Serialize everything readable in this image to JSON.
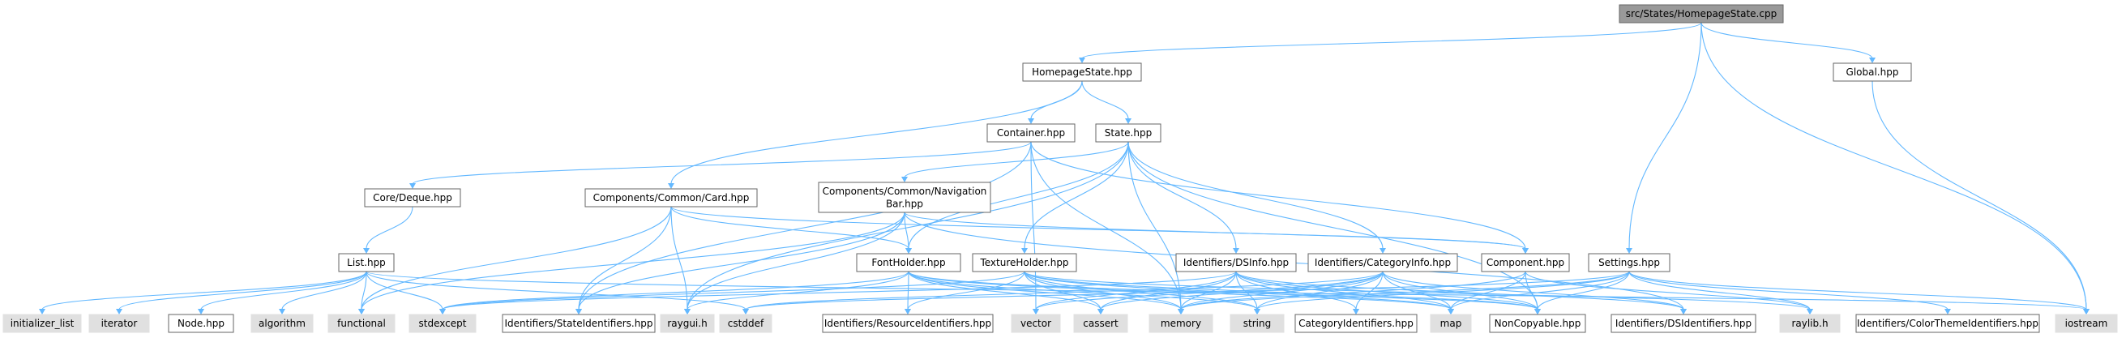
{
  "colors": {
    "edge": "#63b8ff",
    "root_fill": "#999999",
    "file_fill": "#ffffff",
    "external_fill": "#e0e0e0",
    "box_stroke": "#666666",
    "root_stroke": "#666666"
  },
  "nodes": {
    "root": {
      "label": "src/States/HomepageState.cpp",
      "kind": "root"
    },
    "homepage_hpp": {
      "label": "HomepageState.hpp",
      "kind": "file"
    },
    "global_hpp": {
      "label": "Global.hpp",
      "kind": "file"
    },
    "container_hpp": {
      "label": "Container.hpp",
      "kind": "file"
    },
    "state_hpp": {
      "label": "State.hpp",
      "kind": "file"
    },
    "core_deque": {
      "label": "Core/Deque.hpp",
      "kind": "file"
    },
    "card_hpp": {
      "label": "Components/Common/Card.hpp",
      "kind": "file"
    },
    "navbar_hpp": {
      "label": "Components/Common/Navigation Bar.hpp",
      "line1": "Components/Common/Navigation",
      "line2": "Bar.hpp",
      "kind": "file"
    },
    "list_hpp": {
      "label": "List.hpp",
      "kind": "file"
    },
    "fontholder": {
      "label": "FontHolder.hpp",
      "kind": "file"
    },
    "textureholder": {
      "label": "TextureHolder.hpp",
      "kind": "file"
    },
    "dsinfo": {
      "label": "Identifiers/DSInfo.hpp",
      "kind": "file"
    },
    "catinfo": {
      "label": "Identifiers/CategoryInfo.hpp",
      "kind": "file"
    },
    "component": {
      "label": "Component.hpp",
      "kind": "file"
    },
    "settings": {
      "label": "Settings.hpp",
      "kind": "file"
    },
    "initializer_list": {
      "label": "initializer_list",
      "kind": "external"
    },
    "iterator": {
      "label": "iterator",
      "kind": "external"
    },
    "node_hpp": {
      "label": "Node.hpp",
      "kind": "file"
    },
    "algorithm": {
      "label": "algorithm",
      "kind": "external"
    },
    "functional": {
      "label": "functional",
      "kind": "external"
    },
    "stdexcept": {
      "label": "stdexcept",
      "kind": "external"
    },
    "stateids": {
      "label": "Identifiers/StateIdentifiers.hpp",
      "kind": "file"
    },
    "raygui": {
      "label": "raygui.h",
      "kind": "external"
    },
    "cstddef": {
      "label": "cstddef",
      "kind": "external"
    },
    "resourceids": {
      "label": "Identifiers/ResourceIdentifiers.hpp",
      "kind": "file"
    },
    "vector": {
      "label": "vector",
      "kind": "external"
    },
    "cassert": {
      "label": "cassert",
      "kind": "external"
    },
    "memory": {
      "label": "memory",
      "kind": "external"
    },
    "string": {
      "label": "string",
      "kind": "external"
    },
    "categoryids": {
      "label": "CategoryIdentifiers.hpp",
      "kind": "file"
    },
    "map": {
      "label": "map",
      "kind": "external"
    },
    "noncopyable": {
      "label": "NonCopyable.hpp",
      "kind": "file"
    },
    "dsids": {
      "label": "Identifiers/DSIdentifiers.hpp",
      "kind": "file"
    },
    "raylib": {
      "label": "raylib.h",
      "kind": "external"
    },
    "colorthemeids": {
      "label": "Identifiers/ColorThemeIdentifiers.hpp",
      "kind": "file"
    },
    "iostream": {
      "label": "iostream",
      "kind": "external"
    }
  },
  "edges": [
    [
      "root",
      "homepage_hpp"
    ],
    [
      "root",
      "global_hpp"
    ],
    [
      "root",
      "settings"
    ],
    [
      "root",
      "iostream"
    ],
    [
      "homepage_hpp",
      "container_hpp"
    ],
    [
      "homepage_hpp",
      "state_hpp"
    ],
    [
      "homepage_hpp",
      "card_hpp"
    ],
    [
      "global_hpp",
      "iostream"
    ],
    [
      "container_hpp",
      "core_deque"
    ],
    [
      "container_hpp",
      "component"
    ],
    [
      "container_hpp",
      "memory"
    ],
    [
      "container_hpp",
      "stateids"
    ],
    [
      "container_hpp",
      "vector"
    ],
    [
      "state_hpp",
      "navbar_hpp"
    ],
    [
      "state_hpp",
      "fontholder"
    ],
    [
      "state_hpp",
      "textureholder"
    ],
    [
      "state_hpp",
      "dsinfo"
    ],
    [
      "state_hpp",
      "catinfo"
    ],
    [
      "state_hpp",
      "noncopyable"
    ],
    [
      "state_hpp",
      "memory"
    ],
    [
      "state_hpp",
      "raygui"
    ],
    [
      "core_deque",
      "list_hpp"
    ],
    [
      "card_hpp",
      "fontholder"
    ],
    [
      "card_hpp",
      "component"
    ],
    [
      "card_hpp",
      "functional"
    ],
    [
      "card_hpp",
      "stateids"
    ],
    [
      "card_hpp",
      "raygui"
    ],
    [
      "navbar_hpp",
      "fontholder"
    ],
    [
      "navbar_hpp",
      "component"
    ],
    [
      "navbar_hpp",
      "dsids"
    ],
    [
      "navbar_hpp",
      "stateids"
    ],
    [
      "navbar_hpp",
      "functional"
    ],
    [
      "navbar_hpp",
      "raygui"
    ],
    [
      "list_hpp",
      "initializer_list"
    ],
    [
      "list_hpp",
      "iterator"
    ],
    [
      "list_hpp",
      "node_hpp"
    ],
    [
      "list_hpp",
      "algorithm"
    ],
    [
      "list_hpp",
      "functional"
    ],
    [
      "list_hpp",
      "stdexcept"
    ],
    [
      "list_hpp",
      "cstddef"
    ],
    [
      "list_hpp",
      "iostream"
    ],
    [
      "fontholder",
      "resourceids"
    ],
    [
      "fontholder",
      "memory"
    ],
    [
      "fontholder",
      "map"
    ],
    [
      "fontholder",
      "cassert"
    ],
    [
      "fontholder",
      "stdexcept"
    ],
    [
      "fontholder",
      "string"
    ],
    [
      "fontholder",
      "noncopyable"
    ],
    [
      "fontholder",
      "raygui"
    ],
    [
      "textureholder",
      "resourceids"
    ],
    [
      "textureholder",
      "memory"
    ],
    [
      "textureholder",
      "map"
    ],
    [
      "textureholder",
      "cassert"
    ],
    [
      "textureholder",
      "stdexcept"
    ],
    [
      "textureholder",
      "string"
    ],
    [
      "textureholder",
      "noncopyable"
    ],
    [
      "textureholder",
      "raylib"
    ],
    [
      "dsinfo",
      "dsids"
    ],
    [
      "dsinfo",
      "categoryids"
    ],
    [
      "dsinfo",
      "map"
    ],
    [
      "dsinfo",
      "string"
    ],
    [
      "dsinfo",
      "vector"
    ],
    [
      "dsinfo",
      "memory"
    ],
    [
      "dsinfo",
      "cassert"
    ],
    [
      "dsinfo",
      "noncopyable"
    ],
    [
      "dsinfo",
      "stdexcept"
    ],
    [
      "catinfo",
      "categoryids"
    ],
    [
      "catinfo",
      "dsids"
    ],
    [
      "catinfo",
      "map"
    ],
    [
      "catinfo",
      "string"
    ],
    [
      "catinfo",
      "vector"
    ],
    [
      "catinfo",
      "memory"
    ],
    [
      "catinfo",
      "cassert"
    ],
    [
      "catinfo",
      "noncopyable"
    ],
    [
      "catinfo",
      "cstddef"
    ],
    [
      "component",
      "noncopyable"
    ],
    [
      "component",
      "map"
    ],
    [
      "component",
      "memory"
    ],
    [
      "component",
      "raylib"
    ],
    [
      "settings",
      "colorthemeids"
    ],
    [
      "settings",
      "map"
    ],
    [
      "settings",
      "noncopyable"
    ],
    [
      "settings",
      "string"
    ],
    [
      "settings",
      "iostream"
    ],
    [
      "settings",
      "raylib"
    ],
    [
      "settings",
      "memory"
    ],
    [
      "settings",
      "cstddef"
    ]
  ]
}
